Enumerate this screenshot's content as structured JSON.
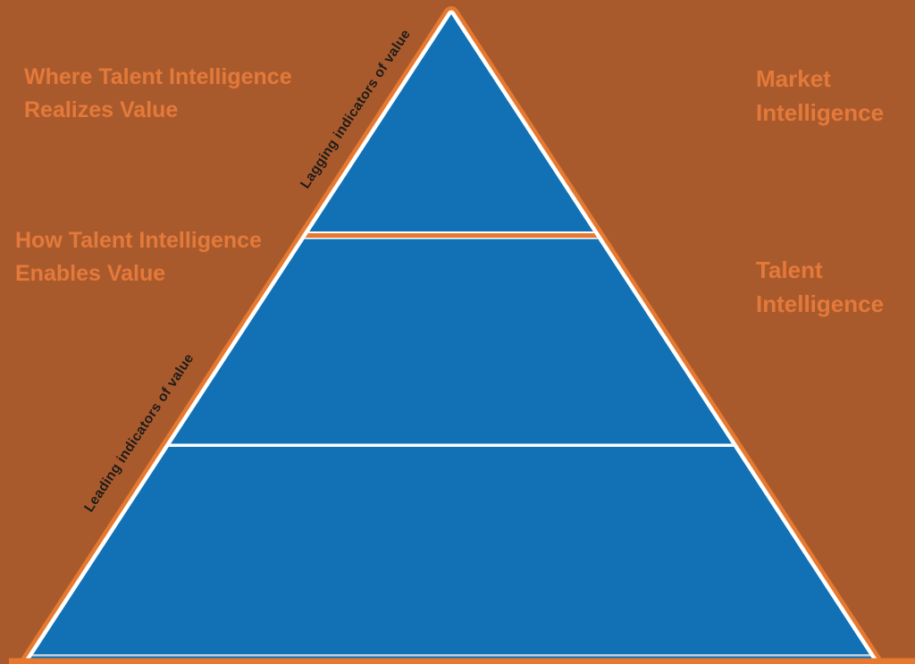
{
  "colors": {
    "background_brown": "#A95A2C",
    "pyramid_blue": "#1271B5",
    "accent_orange": "#E6792F",
    "white": "#FFFFFF",
    "bottom_light_line": "#C2CFDA",
    "edge_label_dark": "#1E1C1A",
    "heading_orange": "#E3793A"
  },
  "headings": {
    "left_top": {
      "line1": "Where Talent Intelligence",
      "line2": "Realizes Value"
    },
    "left_middle": {
      "line1": "How Talent Intelligence",
      "line2": "Enables Value"
    },
    "right_top": {
      "line1": "Market",
      "line2": "Intelligence"
    },
    "right_middle": {
      "line1": "Talent",
      "line2": "Intelligence"
    }
  },
  "edge_labels": {
    "lagging": "Lagging indicators of value",
    "leading": "Leading indicators of value"
  },
  "pyramid": {
    "level_count": 3,
    "tier_labels_visible": [
      "Market Intelligence",
      "Talent Intelligence"
    ]
  }
}
